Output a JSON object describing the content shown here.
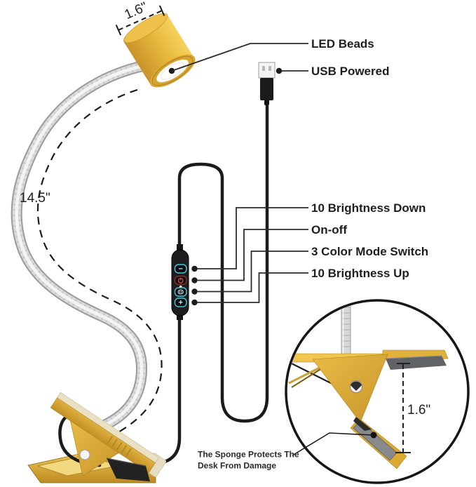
{
  "figure": {
    "type": "product-annotation-diagram",
    "subject": "Clip-on flexible gooseneck LED desk lamp"
  },
  "callouts": {
    "led_beads": "LED Beads",
    "usb_powered": "USB Powered",
    "brightness_down": "10 Brightness Down",
    "on_off": "On-off",
    "color_mode": "3 Color Mode Switch",
    "brightness_up": "10 Brightness Up"
  },
  "measurements": {
    "head_diameter": "1.6\"",
    "gooseneck_length": "14.5\"",
    "clamp_opening": "1.6\""
  },
  "footnote": {
    "line1": "The Sponge Protects The",
    "line2": "Desk From Damage"
  },
  "remote": {
    "buttons": [
      {
        "id": "brightness-down-button",
        "glyph": "−"
      },
      {
        "id": "power-button",
        "glyph": "power-symbol"
      },
      {
        "id": "color-mode-button",
        "glyph": "color-mode-symbol"
      },
      {
        "id": "brightness-up-button",
        "glyph": "+"
      }
    ]
  },
  "colors": {
    "lamp_yellow": "#E3B13B",
    "lamp_yellow_light": "#F6D35E",
    "lamp_yellow_dark": "#C8922A",
    "cream": "#EAE0C4",
    "chrome": "#D9D9D9",
    "cable": "#1B1B1B",
    "text": "#1F1F1F",
    "button_teal": "#45C8D6",
    "button_red": "#C03B35",
    "sponge_gray": "#87898C",
    "background": "#FFFFFF"
  }
}
